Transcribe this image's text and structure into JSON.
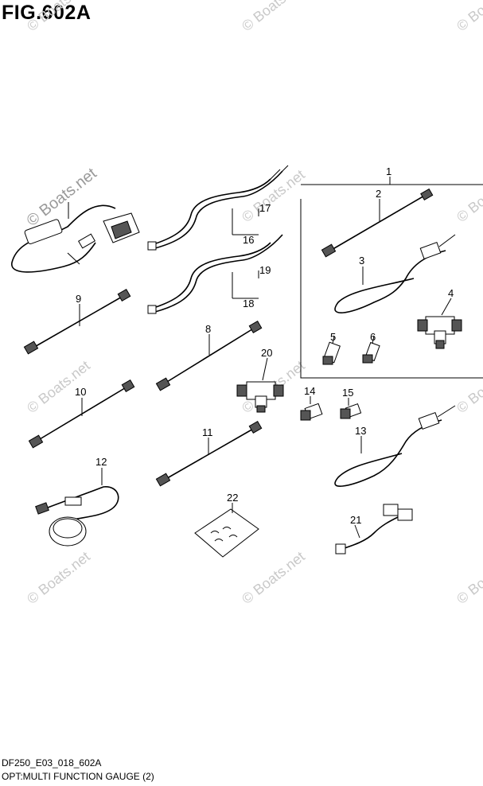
{
  "figure": {
    "title": "FIG.602A",
    "footer_code": "DF250_E03_018_602A",
    "footer_description": "OPT:MULTI FUNCTION GAUGE (2)"
  },
  "watermark": {
    "text": "© Boats.net",
    "color": "#c9c9c9"
  },
  "part_numbers": [
    "1",
    "2",
    "3",
    "4",
    "5",
    "6",
    "8",
    "9",
    "10",
    "11",
    "12",
    "13",
    "14",
    "15",
    "16",
    "17",
    "18",
    "19",
    "20",
    "21",
    "22"
  ]
}
